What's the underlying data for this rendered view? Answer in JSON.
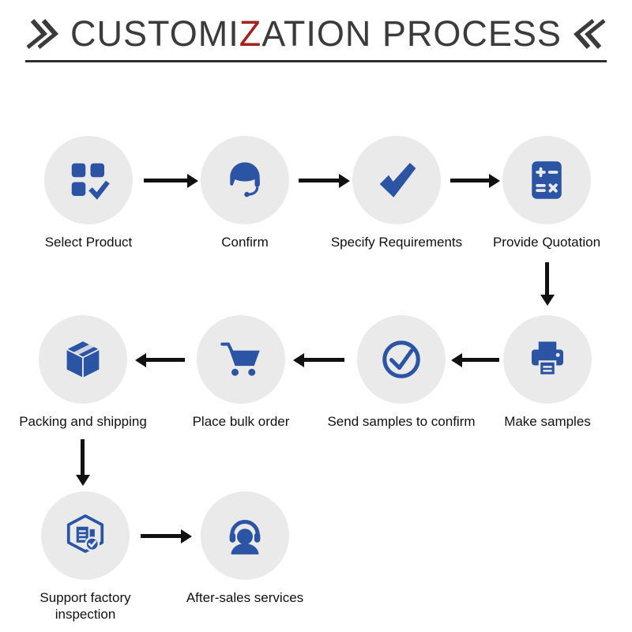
{
  "title": {
    "text_pre": "CUSTOMI",
    "highlight": "Z",
    "text_post": "ATION PROCESS",
    "highlight_color": "#a3231c"
  },
  "colors": {
    "icon_blue": "#2b55a4",
    "circle_background": "#eaeaea",
    "arrow_black": "#111111",
    "title_gray": "#3b3b3b"
  },
  "steps": [
    {
      "label": "Select Product",
      "icon": "product-grid-check-icon"
    },
    {
      "label": "Confirm",
      "icon": "customer-service-headset-icon"
    },
    {
      "label": "Specify Requirements",
      "icon": "bold-checkmark-icon"
    },
    {
      "label": "Provide Quotation",
      "icon": "calculator-icon"
    },
    {
      "label": "Make samples",
      "icon": "printer-icon"
    },
    {
      "label": "Send samples to confirm",
      "icon": "circle-checkmark-icon"
    },
    {
      "label": "Place bulk order",
      "icon": "shopping-cart-icon"
    },
    {
      "label": "Packing and shipping",
      "icon": "shipping-box-icon"
    },
    {
      "label": "Support factory inspection",
      "icon": "factory-inspection-shield-icon"
    },
    {
      "label": "After-sales services",
      "icon": "headphones-support-icon"
    }
  ]
}
